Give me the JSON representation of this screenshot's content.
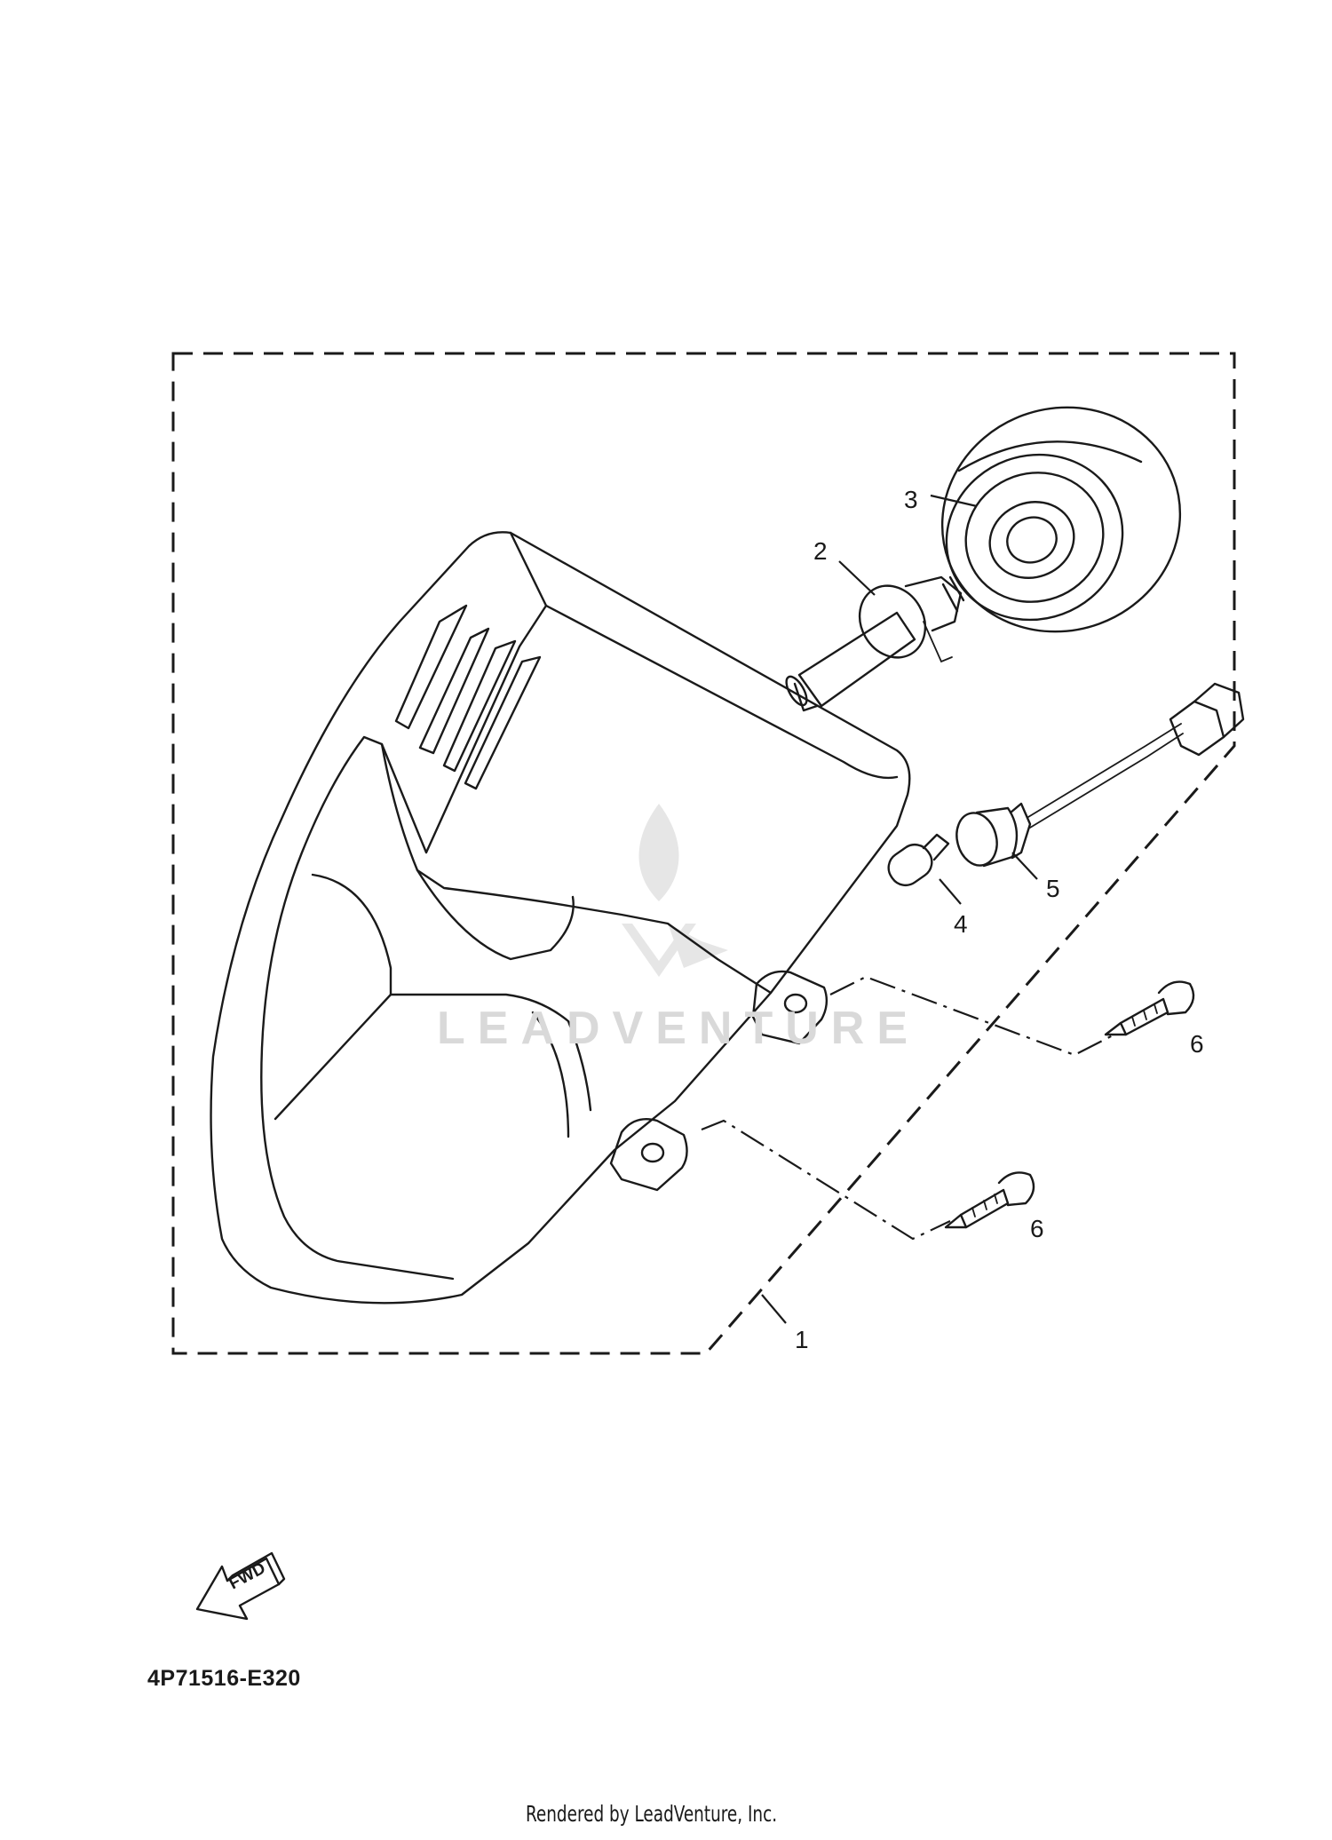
{
  "callouts": [
    {
      "id": "1",
      "label": "1"
    },
    {
      "id": "2",
      "label": "2"
    },
    {
      "id": "3",
      "label": "3"
    },
    {
      "id": "4",
      "label": "4"
    },
    {
      "id": "5",
      "label": "5"
    },
    {
      "id": "6a",
      "label": "6"
    },
    {
      "id": "6b",
      "label": "6"
    }
  ],
  "fwd_label": "FWD",
  "diagram_code": "4P71516-E320",
  "credit": "Rendered by LeadVenture, Inc.",
  "watermark": "LEADVENTURE",
  "colors": {
    "line": "#1a1a1a",
    "watermark": "#d9d9d9",
    "background": "#ffffff"
  }
}
